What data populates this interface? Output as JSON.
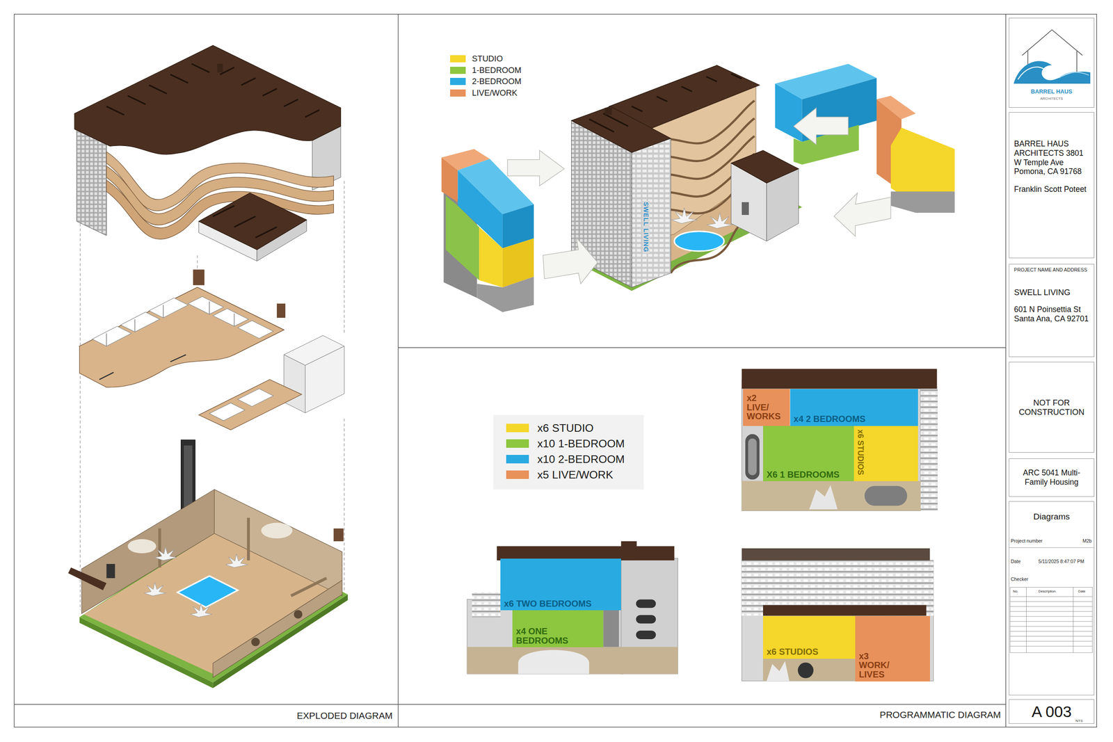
{
  "diagram": {
    "nodes": [
      {
        "text": [
          "x2 LIVE/ WORKS"
        ]
      },
      {
        "text": [
          "x4 2 BEDROOMS"
        ]
      },
      {
        "text": [
          "x6 STUDIOS"
        ]
      },
      {
        "text": [
          "X6 1 BEDROOMS"
        ]
      },
      {
        "text": [
          "x6 TWO BEDROOMS"
        ]
      },
      {
        "text": [
          "x4 ONE BEDROOMS"
        ]
      },
      {
        "text": [
          "x6 STUDIOS"
        ]
      },
      {
        "text": [
          "x3 WORK/ LIVES"
        ]
      },
      {
        "text": [
          "BARREL HAUS",
          "ARCHITECTS"
        ]
      },
      {
        "text": [
          "BARREL HAUS ARCHITECTS 3801 W Temple Ave Pomona, CA 91768",
          "Franklin Scott Poteet"
        ]
      },
      {
        "text": [
          "PROJECT NAME AND ADDRESS",
          "SWELL LIVING",
          "601 N Poinsettia St Santa Ana, CA 92701"
        ]
      },
      {
        "text": [
          "NOT FOR CONSTRUCTION"
        ]
      },
      {
        "text": [
          "ARC 5041 Multi-Family Housing"
        ]
      },
      {
        "text": [
          "Diagrams"
        ]
      },
      {
        "text": [
          "A 003",
          "NTS"
        ]
      }
    ],
    "labels": [
      "SWELL LIVING",
      "EXPLODED DIAGRAM",
      "PROGRAMMATIC DIAGRAM",
      "Project number",
      "M2b",
      "Date",
      "5/11/2025 8:47:07 PM",
      "Checker",
      "No.",
      "Description",
      "Date"
    ],
    "legend": [
      {
        "text": "STUDIO",
        "color": "#f5d62a"
      },
      {
        "text": "1-BEDROOM",
        "color": "#8dc63f"
      },
      {
        "text": "2-BEDROOM",
        "color": "#29abe2"
      },
      {
        "text": "LIVE/WORK",
        "color": "#e8915a"
      },
      {
        "text": "x6 STUDIO",
        "color": "#f5d62a"
      },
      {
        "text": "x10 1-BEDROOM",
        "color": "#8dc63f"
      },
      {
        "text": "x10 2-BEDROOM",
        "color": "#29abe2"
      },
      {
        "text": "x5 LIVE/WORK",
        "color": "#e8915a"
      }
    ]
  }
}
